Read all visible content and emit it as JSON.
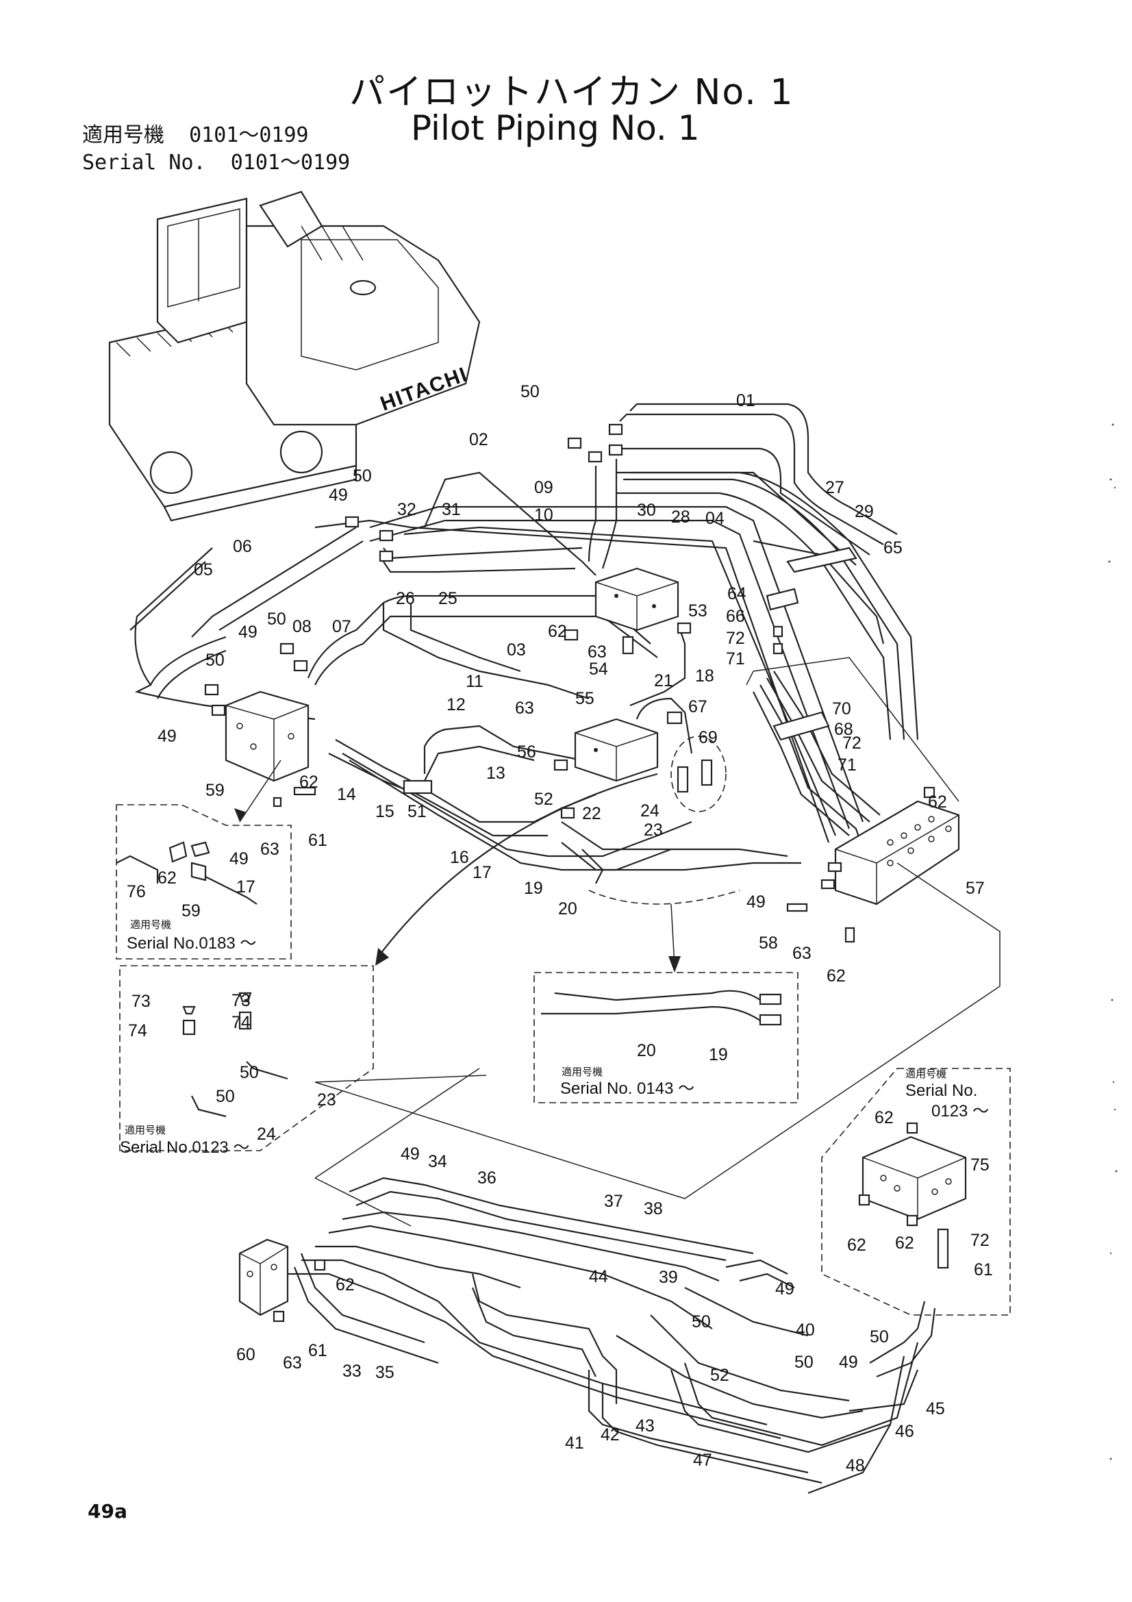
{
  "header": {
    "title_jp": "パイロットハイカン No. 1",
    "title_en": "Pilot Piping No. 1",
    "serial_jp_label": "適用号機",
    "serial_jp_range": "0101～0199",
    "serial_en_label": "Serial No.",
    "serial_en_range": "0101～0199"
  },
  "machine": {
    "brand": "HITACHI"
  },
  "insets": {
    "a": {
      "note": "適用号機",
      "serial": "Serial No.0183 ～"
    },
    "b": {
      "note": "適用号機",
      "serial": "Serial No.0123 ～"
    },
    "c": {
      "note": "適用号機",
      "serial": "Serial No. 0143 ～"
    },
    "d": {
      "note": "適用号機",
      "serial_line1": "Serial No.",
      "serial_line2": "0123 ～"
    }
  },
  "callouts": [
    {
      "t": "50"
    },
    {
      "t": "01"
    },
    {
      "t": "02"
    },
    {
      "t": "09"
    },
    {
      "t": "10"
    },
    {
      "t": "30"
    },
    {
      "t": "28"
    },
    {
      "t": "04"
    },
    {
      "t": "27"
    },
    {
      "t": "29"
    },
    {
      "t": "65"
    },
    {
      "t": "49"
    },
    {
      "t": "50"
    },
    {
      "t": "32"
    },
    {
      "t": "31"
    },
    {
      "t": "26"
    },
    {
      "t": "25"
    },
    {
      "t": "06"
    },
    {
      "t": "05"
    },
    {
      "t": "53"
    },
    {
      "t": "64"
    },
    {
      "t": "66"
    },
    {
      "t": "72"
    },
    {
      "t": "71"
    },
    {
      "t": "62"
    },
    {
      "t": "63"
    },
    {
      "t": "54"
    },
    {
      "t": "18"
    },
    {
      "t": "50"
    },
    {
      "t": "49"
    },
    {
      "t": "08"
    },
    {
      "t": "07"
    },
    {
      "t": "03"
    },
    {
      "t": "11"
    },
    {
      "t": "21"
    },
    {
      "t": "50"
    },
    {
      "t": "12"
    },
    {
      "t": "55"
    },
    {
      "t": "67"
    },
    {
      "t": "70"
    },
    {
      "t": "68"
    },
    {
      "t": "72"
    },
    {
      "t": "69"
    },
    {
      "t": "71"
    },
    {
      "t": "49"
    },
    {
      "t": "63"
    },
    {
      "t": "56"
    },
    {
      "t": "13"
    },
    {
      "t": "59"
    },
    {
      "t": "62"
    },
    {
      "t": "14"
    },
    {
      "t": "15"
    },
    {
      "t": "51"
    },
    {
      "t": "52"
    },
    {
      "t": "24"
    },
    {
      "t": "23"
    },
    {
      "t": "62"
    },
    {
      "t": "22"
    },
    {
      "t": "61"
    },
    {
      "t": "63"
    },
    {
      "t": "16"
    },
    {
      "t": "17"
    },
    {
      "t": "19"
    },
    {
      "t": "20"
    },
    {
      "t": "57"
    },
    {
      "t": "49"
    },
    {
      "t": "58"
    },
    {
      "t": "63"
    },
    {
      "t": "62"
    },
    {
      "t": "62"
    },
    {
      "t": "76"
    },
    {
      "t": "49"
    },
    {
      "t": "17"
    },
    {
      "t": "59"
    },
    {
      "t": "73"
    },
    {
      "t": "73"
    },
    {
      "t": "74"
    },
    {
      "t": "74"
    },
    {
      "t": "50"
    },
    {
      "t": "50"
    },
    {
      "t": "23"
    },
    {
      "t": "24"
    },
    {
      "t": "20"
    },
    {
      "t": "19"
    },
    {
      "t": "62"
    },
    {
      "t": "75"
    },
    {
      "t": "62"
    },
    {
      "t": "62"
    },
    {
      "t": "72"
    },
    {
      "t": "61"
    },
    {
      "t": "49"
    },
    {
      "t": "34"
    },
    {
      "t": "36"
    },
    {
      "t": "37"
    },
    {
      "t": "38"
    },
    {
      "t": "39"
    },
    {
      "t": "49"
    },
    {
      "t": "62"
    },
    {
      "t": "44"
    },
    {
      "t": "50"
    },
    {
      "t": "40"
    },
    {
      "t": "50"
    },
    {
      "t": "49"
    },
    {
      "t": "50"
    },
    {
      "t": "60"
    },
    {
      "t": "63"
    },
    {
      "t": "61"
    },
    {
      "t": "33"
    },
    {
      "t": "35"
    },
    {
      "t": "52"
    },
    {
      "t": "45"
    },
    {
      "t": "46"
    },
    {
      "t": "41"
    },
    {
      "t": "42"
    },
    {
      "t": "43"
    },
    {
      "t": "47"
    },
    {
      "t": "48"
    }
  ],
  "footer": {
    "page": "49a"
  }
}
